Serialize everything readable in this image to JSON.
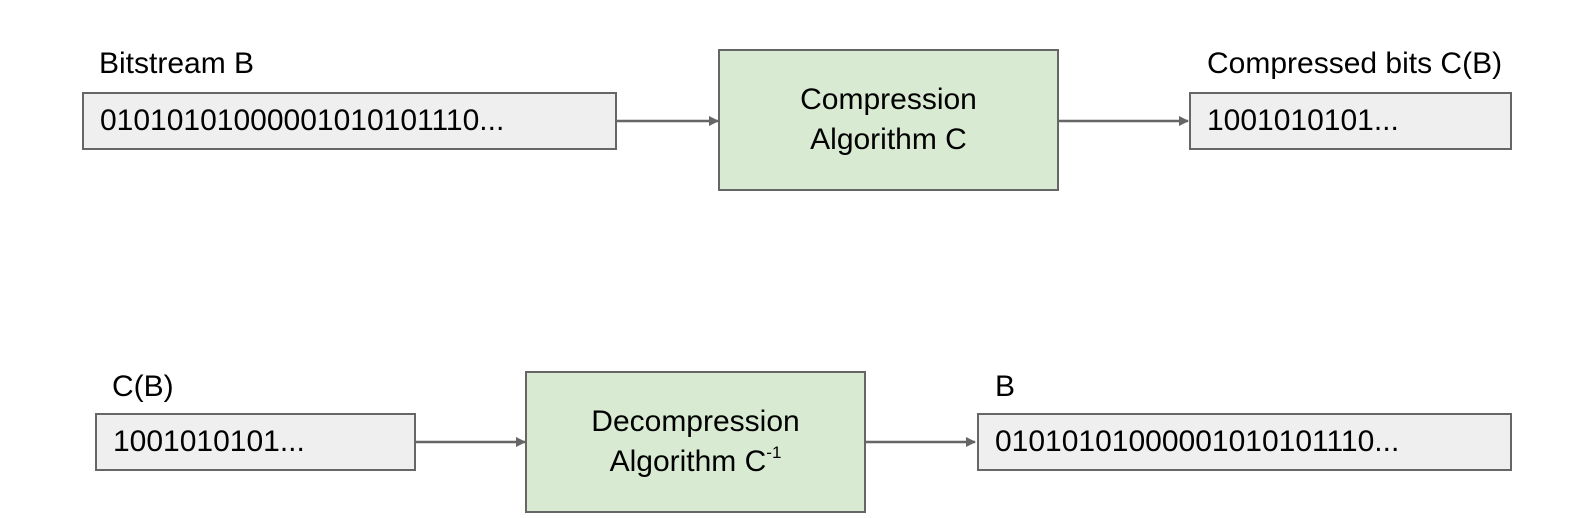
{
  "compression": {
    "input_label": "Bitstream B",
    "input_value": "01010101000001010101110...",
    "process_line1": "Compression",
    "process_line2": "Algorithm C",
    "output_label": "Compressed bits C(B)",
    "output_value": "1001010101..."
  },
  "decompression": {
    "input_label": "C(B)",
    "input_value": "1001010101...",
    "process_line1": "Decompression",
    "process_line2": "Algorithm C",
    "process_superscript": "-1",
    "output_label": "B",
    "output_value": "01010101000001010101110..."
  },
  "colors": {
    "data_box_fill": "#efefef",
    "process_box_fill": "#d9ead3",
    "stroke": "#666666"
  }
}
